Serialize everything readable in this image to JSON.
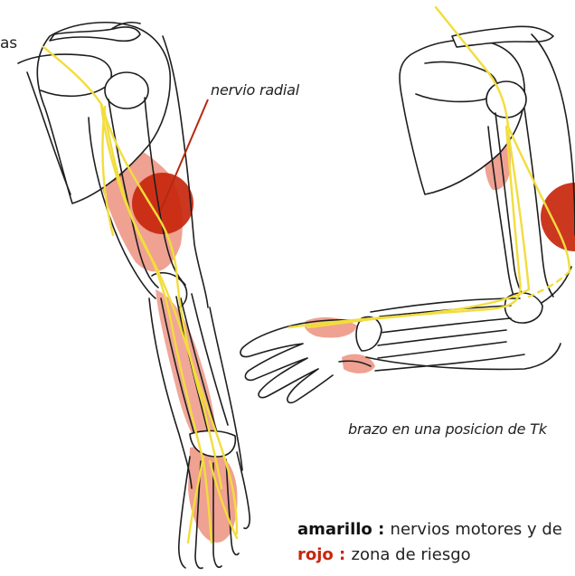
{
  "labels": {
    "nerves_cut": "as",
    "radial_nerve": "nervio radial",
    "position_caption": "brazo en una posicion de Tk"
  },
  "legend": {
    "yellow_key": "amarillo",
    "yellow_sep": " : ",
    "yellow_text": "nervios motores y de",
    "red_key": "rojo",
    "red_sep": " : ",
    "red_text": "zona de riesgo"
  },
  "colors": {
    "nerve_yellow": "#f2dd3c",
    "risk_red_dark": "#c8260d",
    "risk_red_light": "#e9826e",
    "skin_light": "#f3c6b8",
    "bone_outline": "#1e1e1e",
    "callout_line": "#b42a10",
    "legend_yellow_key": "#111111",
    "legend_red_key": "#c8260d"
  }
}
